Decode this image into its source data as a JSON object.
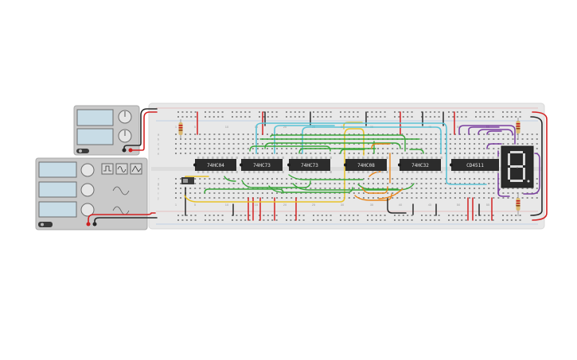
{
  "chips": [
    "74HC04",
    "74HC73",
    "74HC73",
    "74HC08",
    "74HC32",
    "CD4511"
  ],
  "column_numbers": [
    "1",
    "5",
    "10",
    "15",
    "20",
    "25",
    "30",
    "35",
    "40",
    "45",
    "50",
    "55",
    "60"
  ],
  "row_letters": [
    "a",
    "b",
    "c",
    "d",
    "e",
    "f",
    "g",
    "h",
    "i",
    "j"
  ],
  "seven_segment": {
    "digit": "8"
  },
  "wire_colors": {
    "red": "#d32222",
    "black": "#2a2a2a",
    "green": "#3aa63a",
    "cyan": "#5bc3d6",
    "yellow": "#e8c22a",
    "orange": "#e8871e",
    "purple": "#7a3fa0"
  },
  "instruments": {
    "power_supply": {
      "name": "dc-power-supply"
    },
    "function_generator": {
      "name": "function-generator"
    }
  }
}
